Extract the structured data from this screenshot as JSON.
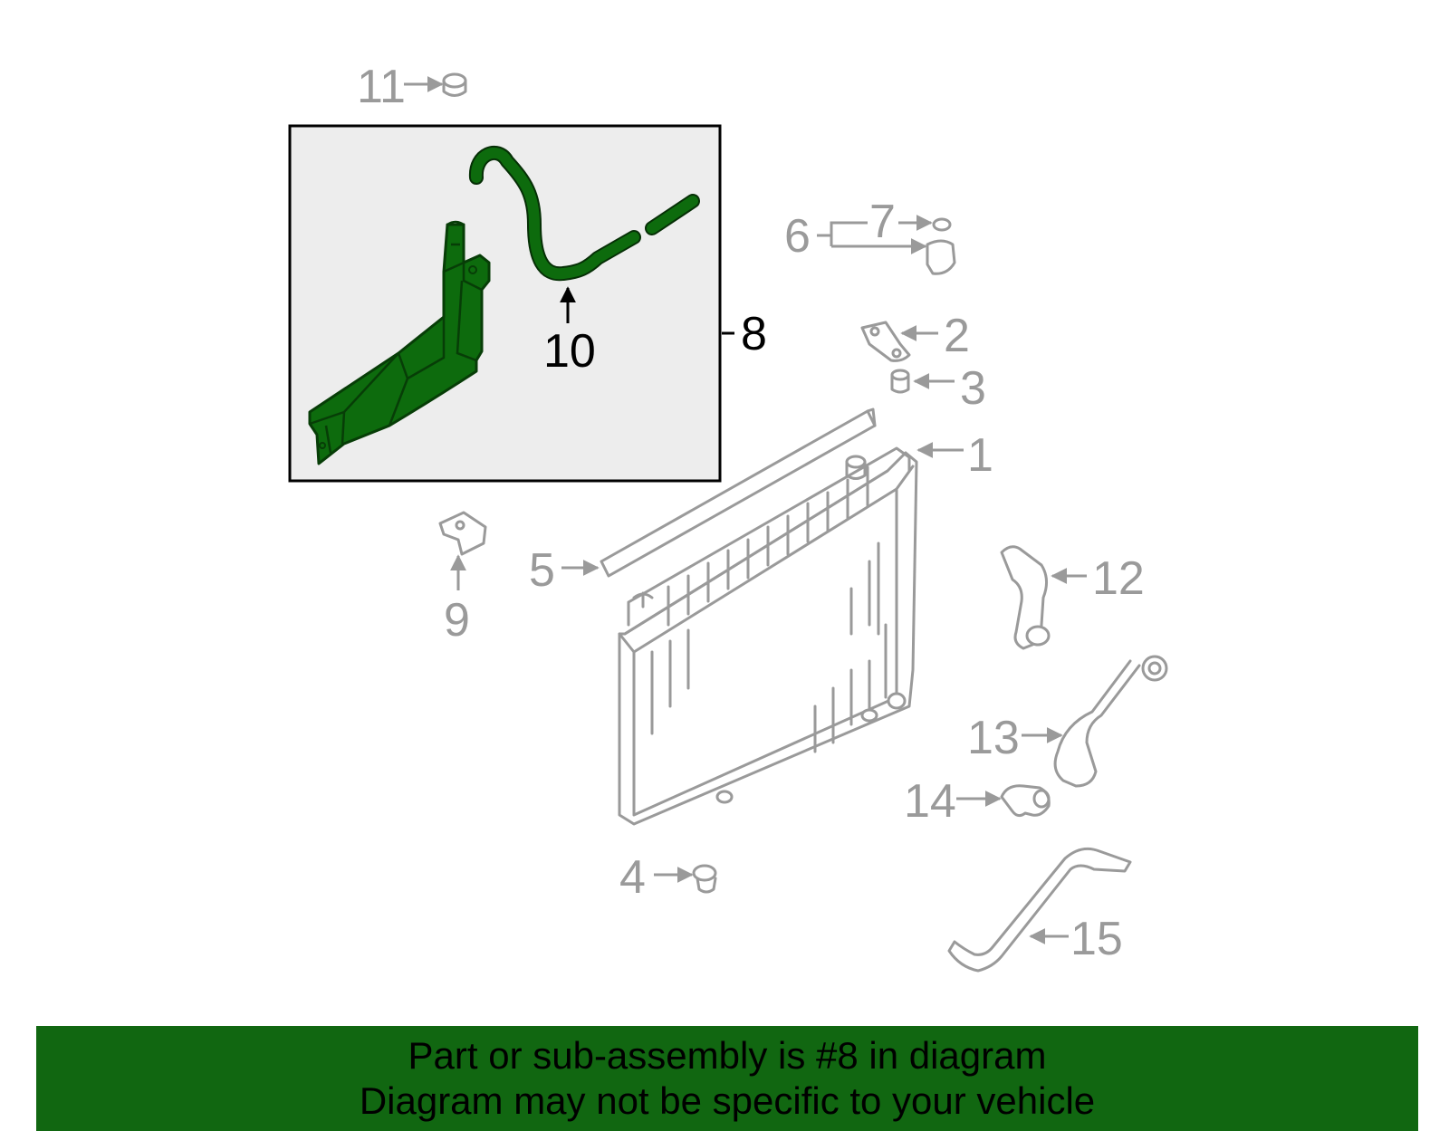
{
  "callouts": {
    "c1": "1",
    "c2": "2",
    "c3": "3",
    "c4": "4",
    "c5": "5",
    "c6": "6",
    "c7": "7",
    "c8": "8",
    "c9": "9",
    "c10": "10",
    "c11": "11",
    "c12": "12",
    "c13": "13",
    "c14": "14",
    "c15": "15"
  },
  "highlight_part": "8",
  "colors": {
    "highlight": "#0d6b0d",
    "banner": "#116711",
    "parts": "#9a9a9a"
  },
  "banner": {
    "line1": "Part or sub-assembly is #8 in diagram",
    "line2": "Diagram may not be specific to your vehicle"
  }
}
